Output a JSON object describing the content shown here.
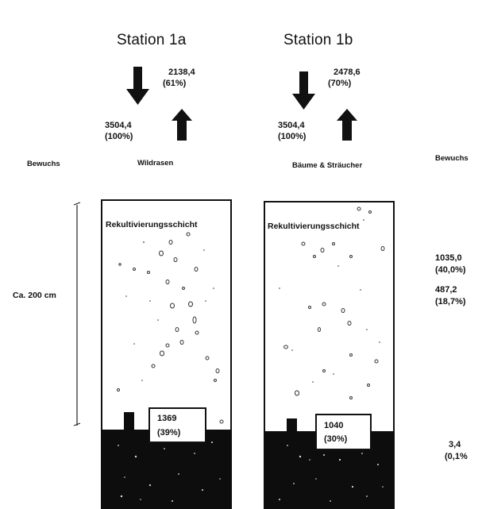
{
  "stations": [
    {
      "title": "Station 1a",
      "in_value": "2138,4",
      "in_pct": "(61%)",
      "precip_value": "3504,4",
      "precip_pct": "(100%)",
      "vegetation": "Wildrasen",
      "layer_label": "Rekultivierungsschicht",
      "bottom_value": "1369",
      "bottom_pct": "(39%)"
    },
    {
      "title": "Station 1b",
      "in_value": "2478,6",
      "in_pct": "(70%)",
      "precip_value": "3504,4",
      "precip_pct": "(100%)",
      "vegetation": "Bäume & Sträucher",
      "layer_label": "Rekultivierungsschicht",
      "bottom_value": "1040",
      "bottom_pct": "(30%)"
    }
  ],
  "left": {
    "bewuchs_label": "Bewuchs",
    "depth_label": "Ca. 200 cm"
  },
  "right": {
    "bewuchs_label": "Bewuchs",
    "value1": "1035,0",
    "pct1": "(40,0%)",
    "value2": "487,2",
    "pct2": "(18,7%)",
    "value3": "3,4",
    "pct3": "(0,1%"
  }
}
